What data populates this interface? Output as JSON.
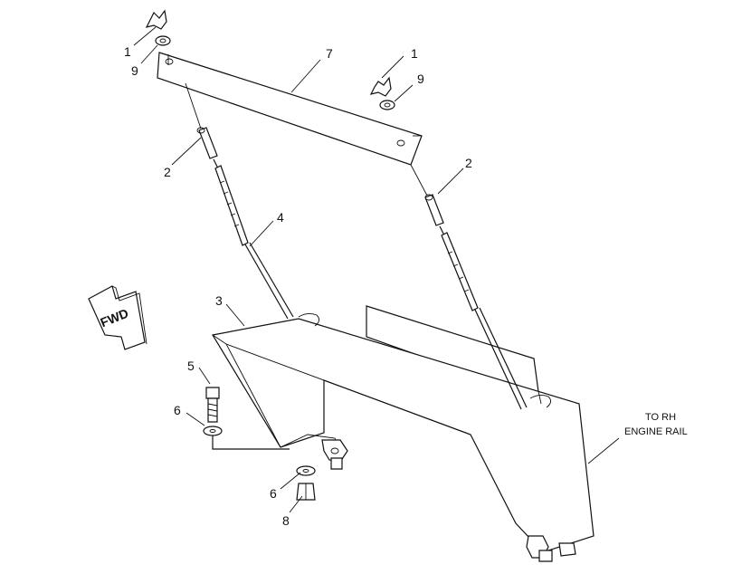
{
  "callouts": {
    "c1a": "1",
    "c9a": "9",
    "c7": "7",
    "c1b": "1",
    "c9b": "9",
    "c2a": "2",
    "c2b": "2",
    "c4": "4",
    "c3": "3",
    "c5": "5",
    "c6a": "6",
    "c6b": "6",
    "c8": "8"
  },
  "arrow_label": "FWD",
  "note": {
    "line1": "TO RH",
    "line2": "ENGINE RAIL"
  }
}
